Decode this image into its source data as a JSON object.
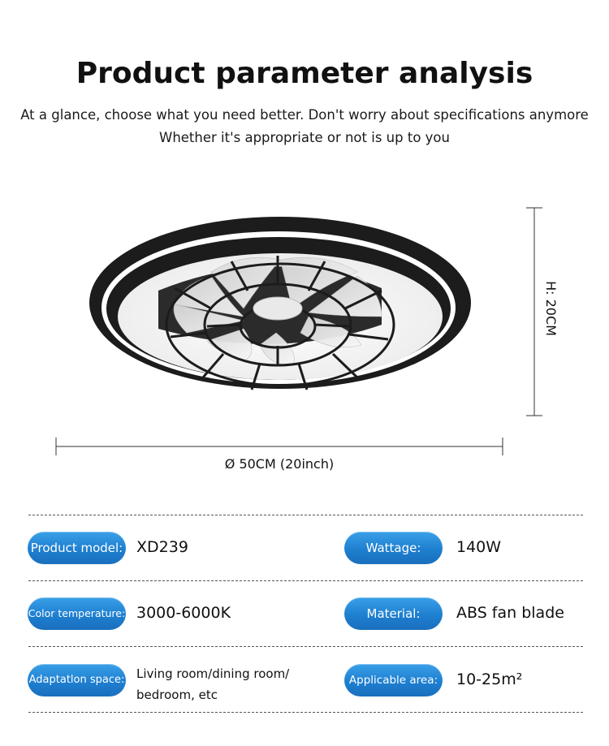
{
  "header": {
    "title": "Product parameter analysis",
    "subtitle_line1": "At a glance, choose what you need better. Don't worry about specifications anymore",
    "subtitle_line2": "Whether it's appropriate or not is up to you"
  },
  "dimensions": {
    "height_label": "H: 20CM",
    "width_label": "Ø 50CM (20inch)"
  },
  "specs": {
    "product_model": {
      "label": "Product model:",
      "value": "XD239"
    },
    "wattage": {
      "label": "Wattage:",
      "value": "140W"
    },
    "color_temperature": {
      "label": "Color temperature:",
      "value": "3000-6000K"
    },
    "material": {
      "label": "Material:",
      "value": "ABS fan blade"
    },
    "adaptation_space": {
      "label": "Adaptatlon space:",
      "value_line1": "Living room/dining room/",
      "value_line2": "bedroom, etc"
    },
    "applicable_area": {
      "label": "Applicable area:",
      "value": "10-25m²"
    }
  },
  "colors": {
    "pill_blue": "#1e7fd0",
    "fan_frame": "#1c1c1c",
    "text": "#111111"
  },
  "icons": [
    "ceiling-fan-image"
  ]
}
